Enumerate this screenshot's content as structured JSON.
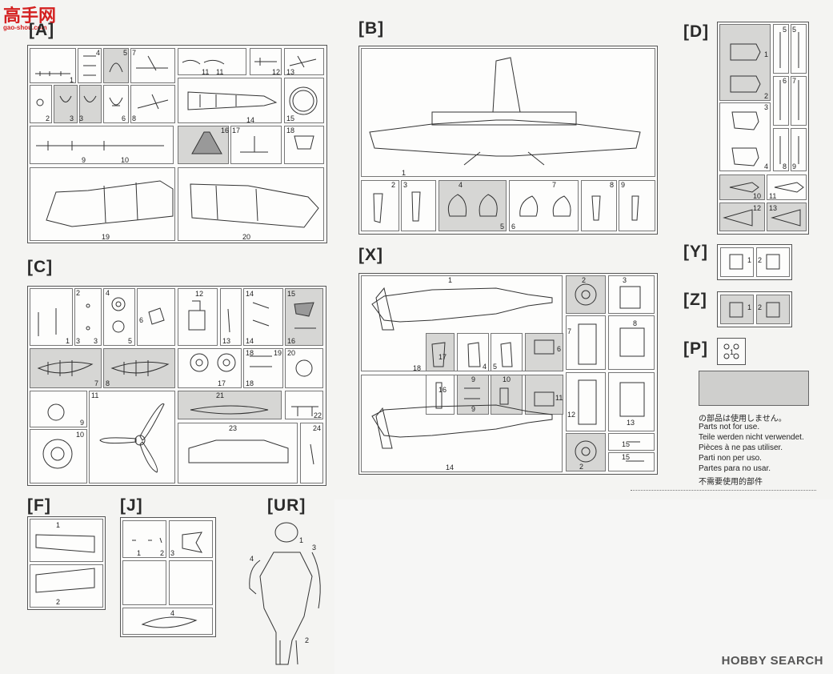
{
  "logo": {
    "text": "高手网",
    "sub": "gao-shou.com"
  },
  "sections": {
    "A": "[A]",
    "B": "[B]",
    "C": "[C]",
    "D": "[D]",
    "X": "[X]",
    "Y": "[Y]",
    "Z": "[Z]",
    "P": "[P]",
    "F": "[F]",
    "J": "[J]",
    "UR": "[UR]"
  },
  "notice": {
    "ja": "の部品は使用しません。",
    "en": "Parts not for use.",
    "de": "Teile werden nicht verwendet.",
    "fr": "Pièces à ne pas utiliser.",
    "it": "Parti non per uso.",
    "es": "Partes para no usar.",
    "zh": "不需要使用的部件"
  },
  "watermark": "HOBBY SEARCH",
  "part_numbers": {
    "A": [
      "1",
      "2",
      "3",
      "3",
      "4",
      "5",
      "6",
      "7",
      "8",
      "9",
      "10",
      "11",
      "11",
      "12",
      "13",
      "14",
      "15",
      "16",
      "17",
      "18",
      "19",
      "20"
    ],
    "B": [
      "1",
      "2",
      "3",
      "4",
      "5",
      "6",
      "7",
      "8",
      "9"
    ],
    "C": [
      "1",
      "2",
      "3",
      "3",
      "4",
      "5",
      "6",
      "7",
      "8",
      "9",
      "10",
      "11",
      "12",
      "13",
      "14",
      "14",
      "15",
      "16",
      "17",
      "18",
      "18",
      "19",
      "20",
      "21",
      "22",
      "23",
      "24"
    ],
    "D": [
      "1",
      "2",
      "3",
      "4",
      "5",
      "5",
      "6",
      "7",
      "8",
      "9",
      "10",
      "11",
      "12",
      "13"
    ],
    "X": [
      "1",
      "2",
      "3",
      "4",
      "5",
      "6",
      "7",
      "8",
      "9",
      "9",
      "10",
      "11",
      "12",
      "13",
      "14",
      "15",
      "15",
      "16",
      "17",
      "18",
      "2"
    ],
    "Y": [
      "1",
      "2"
    ],
    "Z": [
      "1",
      "2"
    ],
    "P": [
      "1"
    ],
    "F": [
      "1",
      "2"
    ],
    "J": [
      "1",
      "2",
      "3",
      "4"
    ],
    "UR": [
      "1",
      "2",
      "3",
      "4"
    ]
  },
  "colors": {
    "shade": "#d6d6d4",
    "line": "#555555",
    "logo_red": "#d42020"
  }
}
